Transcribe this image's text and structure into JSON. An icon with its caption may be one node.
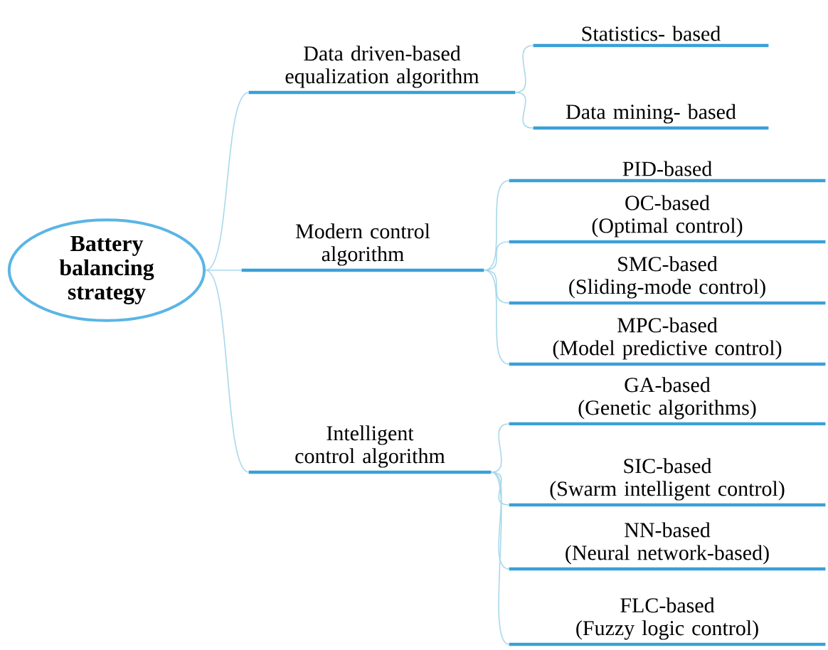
{
  "diagram": {
    "nodes": [
      {
        "text": [
          "Battery balancing strategy"
        ]
      },
      {
        "text": [
          "Data driven-based equalization algorithm"
        ]
      },
      {
        "text": [
          "Statistics- based"
        ]
      },
      {
        "text": [
          "Data mining- based"
        ]
      },
      {
        "text": [
          "Modern control algorithm"
        ]
      },
      {
        "text": [
          "PID-based"
        ]
      },
      {
        "text": [
          "OC-based",
          "(Optimal control)"
        ]
      },
      {
        "text": [
          "SMC-based",
          "(Sliding-mode control)"
        ]
      },
      {
        "text": [
          "MPC-based",
          "(Model predictive control)"
        ]
      },
      {
        "text": [
          "Intelligent control algorithm"
        ]
      },
      {
        "text": [
          "GA-based",
          "(Genetic algorithms)"
        ]
      },
      {
        "text": [
          "SIC-based",
          "(Swarm intelligent control)"
        ]
      },
      {
        "text": [
          "NN-based",
          "(Neural network-based)"
        ]
      },
      {
        "text": [
          "FLC-based",
          "(Fuzzy logic control)"
        ]
      }
    ],
    "edges": [
      {
        "from": 0,
        "to": 1,
        "arrow": "none"
      },
      {
        "from": 0,
        "to": 4,
        "arrow": "none"
      },
      {
        "from": 0,
        "to": 9,
        "arrow": "none"
      },
      {
        "from": 1,
        "to": 2,
        "arrow": "none"
      },
      {
        "from": 1,
        "to": 3,
        "arrow": "none"
      },
      {
        "from": 4,
        "to": 5,
        "arrow": "none"
      },
      {
        "from": 4,
        "to": 6,
        "arrow": "none"
      },
      {
        "from": 4,
        "to": 7,
        "arrow": "none"
      },
      {
        "from": 4,
        "to": 8,
        "arrow": "none"
      },
      {
        "from": 9,
        "to": 10,
        "arrow": "none"
      },
      {
        "from": 9,
        "to": 11,
        "arrow": "none"
      },
      {
        "from": 9,
        "to": 12,
        "arrow": "none"
      },
      {
        "from": 9,
        "to": 13,
        "arrow": "none"
      }
    ]
  }
}
